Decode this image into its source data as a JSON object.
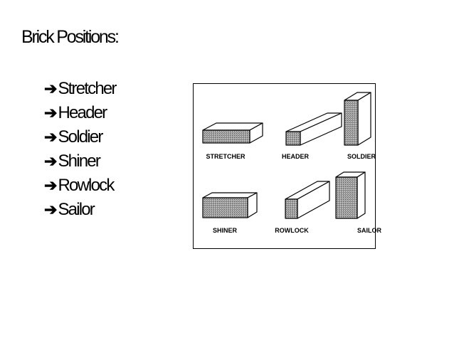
{
  "title": "Brick Positions:",
  "bullet_glyph": "➔",
  "bullets": [
    "Stretcher",
    "Header",
    "Soldier",
    "Shiner",
    "Rowlock",
    "Sailor"
  ],
  "figure": {
    "captions": {
      "stretcher": "STRETCHER",
      "header": "HEADER",
      "soldier": "SOLDIER",
      "shiner": "SHINER",
      "rowlock": "ROWLOCK",
      "sailor": "SAILOR"
    },
    "colors": {
      "shaded_face": "#9a9a9a",
      "outline": "#000000",
      "face": "#ffffff"
    }
  }
}
